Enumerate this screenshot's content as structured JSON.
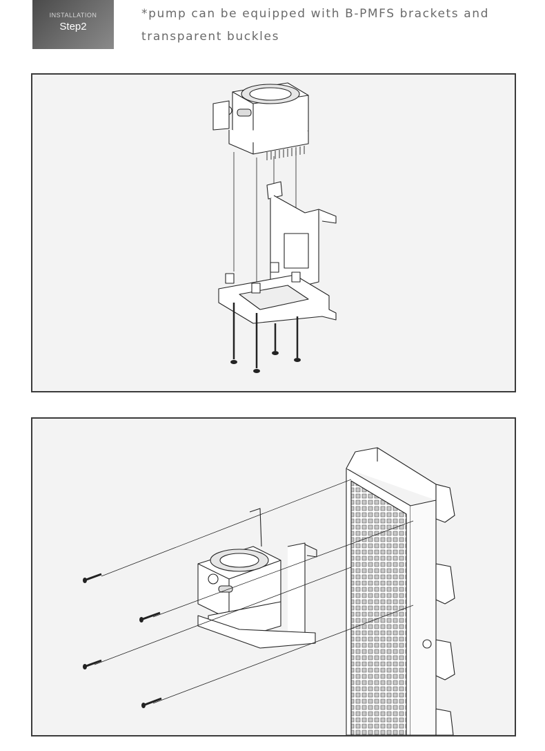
{
  "header": {
    "badge_small": "INSTALLATION",
    "badge_big": "Step2",
    "note_line1": "*pump can be equipped with B-PMFS brackets and",
    "note_line2": "transparent buckles"
  },
  "panels": [
    {
      "id": "pump-bracket-assembly",
      "icons": [
        "pump-icon",
        "bracket-icon",
        "screw-icon"
      ]
    },
    {
      "id": "pump-radiator-mounting",
      "icons": [
        "pump-icon",
        "radiator-icon",
        "fan-icon",
        "screw-icon"
      ]
    }
  ],
  "colors": {
    "badge": "#5a5a5a",
    "border": "#3a3a3a",
    "panel_bg": "#f3f3f3",
    "note_text": "#6a6a6a"
  }
}
